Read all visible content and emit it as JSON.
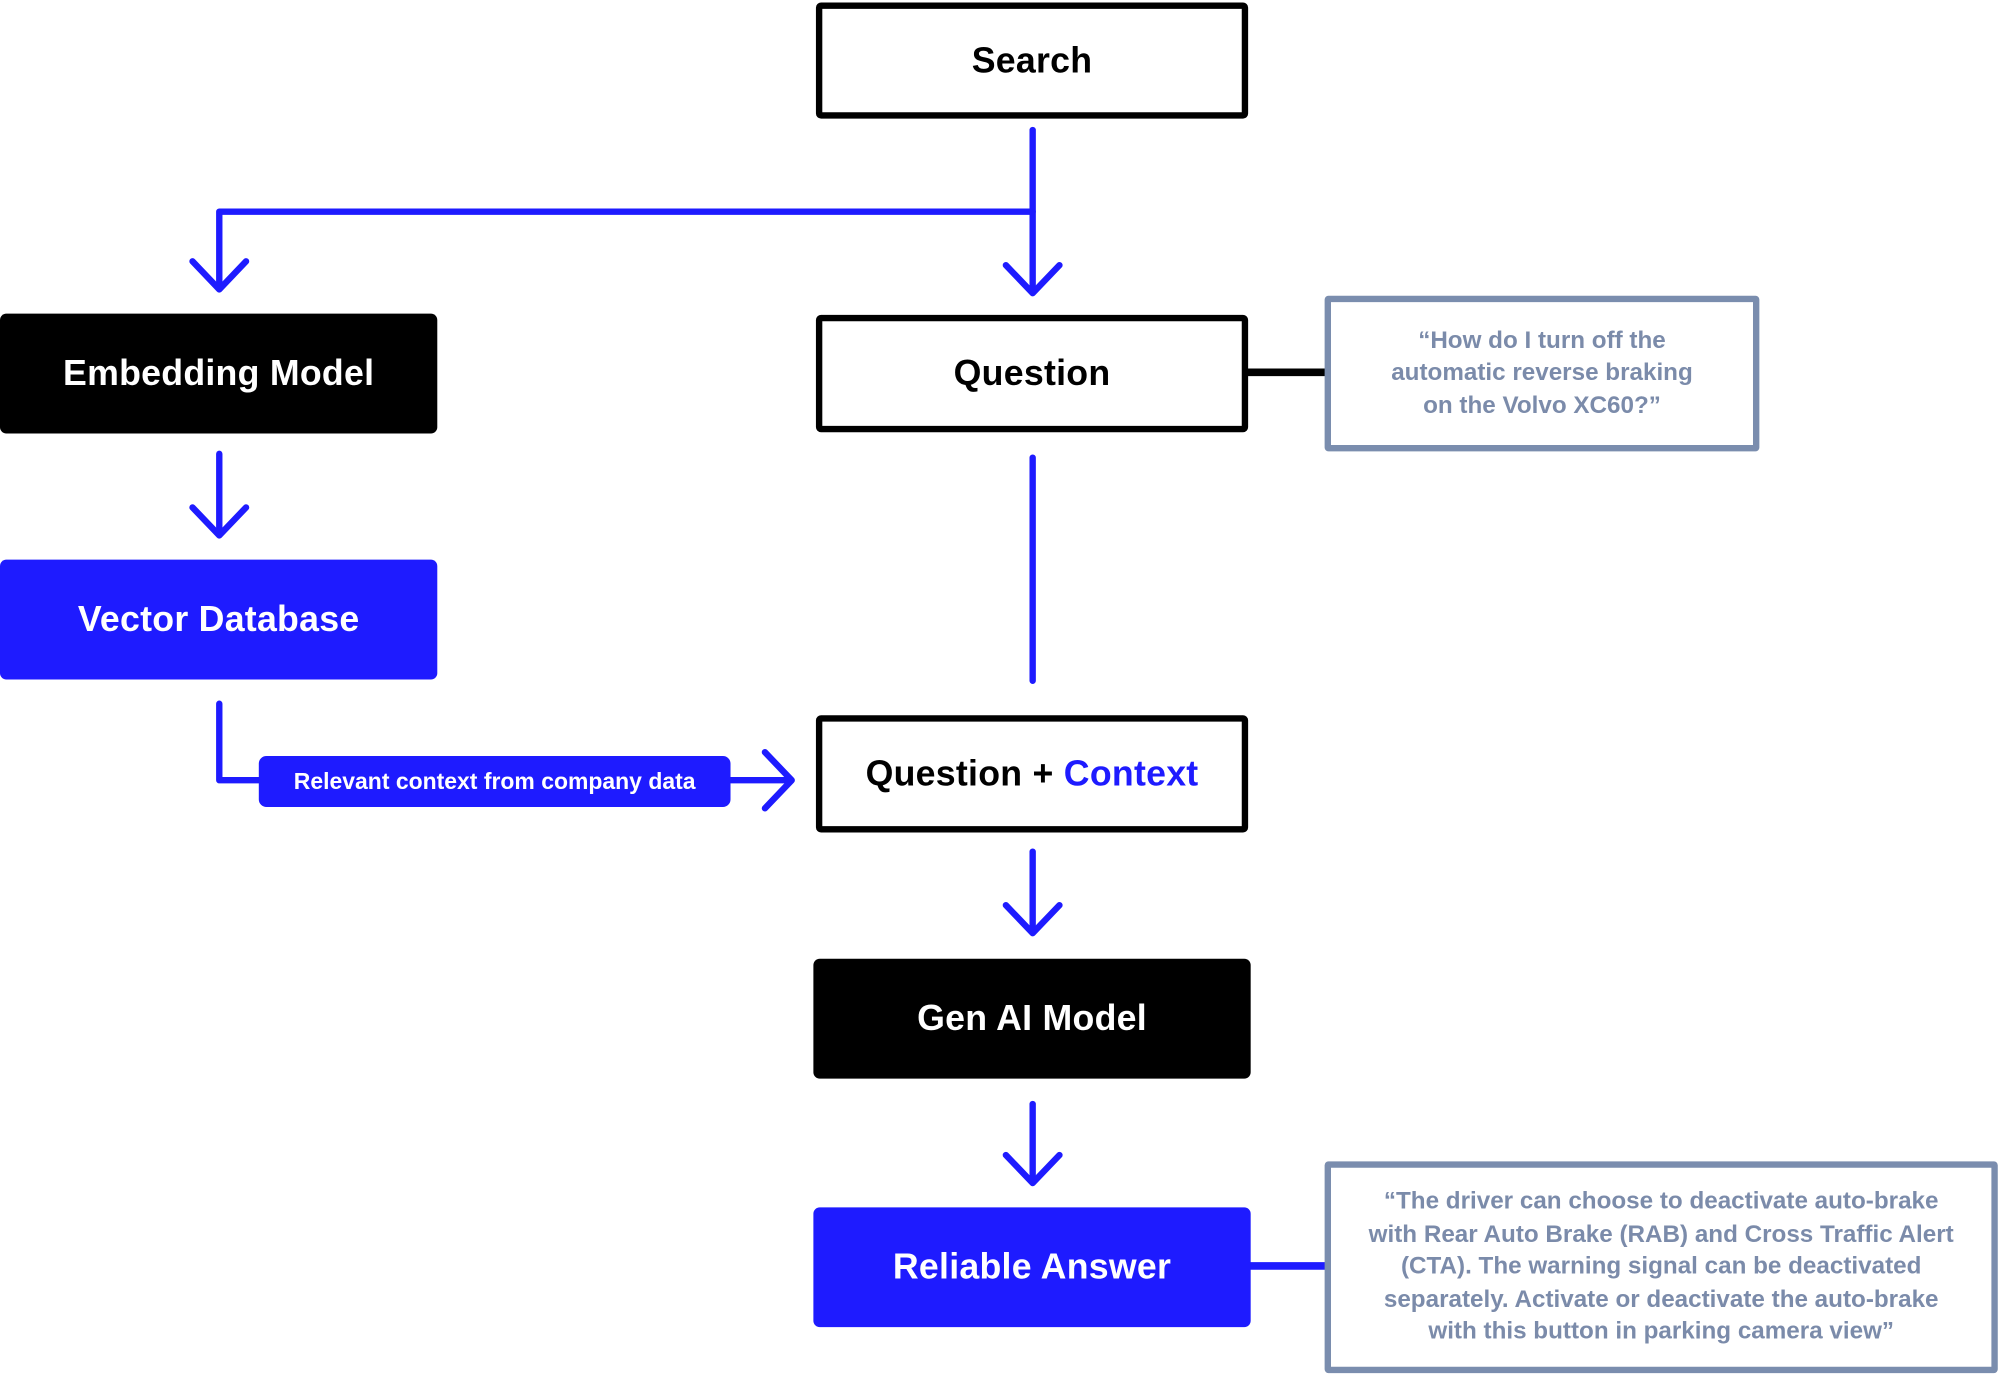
{
  "colors": {
    "accent_blue": "#1E1BFF",
    "black": "#000000",
    "quote_gray": "#7B8BAA"
  },
  "nodes": {
    "search": "Search",
    "embedding_model": "Embedding Model",
    "vector_database": "Vector Database",
    "question": "Question",
    "question_context_prefix": "Question + ",
    "question_context_accent": "Context",
    "gen_ai_model": "Gen AI Model",
    "reliable_answer": "Reliable Answer"
  },
  "edge_labels": {
    "relevant_context": "Relevant context from company data"
  },
  "quotes": {
    "question_example": "“How do I turn off the automatic reverse braking on the Volvo XC60?”",
    "answer_example": "“The driver can choose to deactivate auto-brake with Rear Auto Brake (RAB) and Cross Traffic Alert (CTA). The warning signal can be deactivated separately. Activate or deactivate the auto-brake with this button in parking camera view”"
  }
}
